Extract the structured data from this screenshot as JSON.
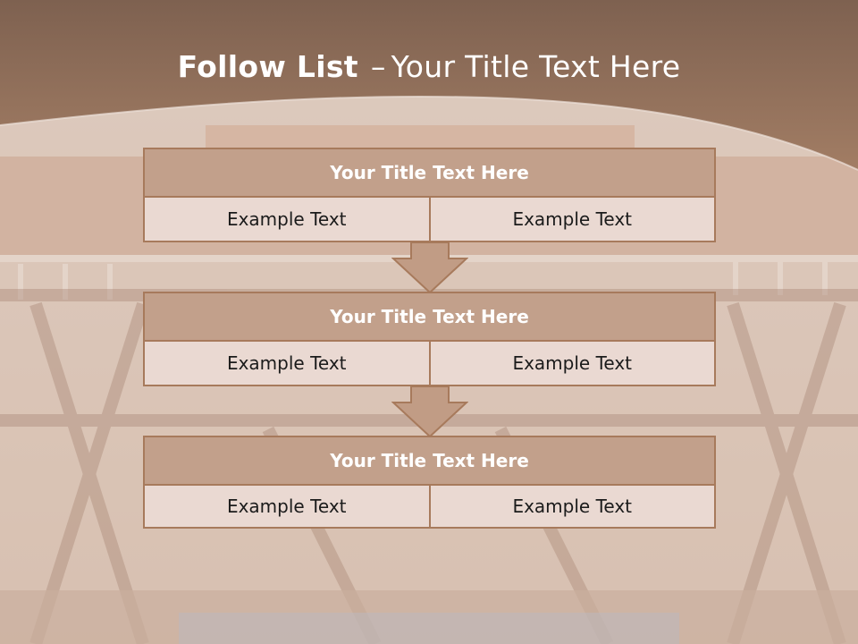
{
  "slide": {
    "title_bold": "Follow List",
    "title_dash": "–",
    "title_rest": "Your Title Text Here"
  },
  "steps": [
    {
      "title": "Your Title Text Here",
      "cells": [
        "Example Text",
        "Example Text"
      ]
    },
    {
      "title": "Your Title Text Here",
      "cells": [
        "Example Text",
        "Example Text"
      ]
    },
    {
      "title": "Your Title Text Here",
      "cells": [
        "Example Text",
        "Example Text"
      ]
    }
  ],
  "colors": {
    "header_brown": "#8c6a55",
    "block_title_bg": "#c2a08b",
    "block_cell_bg": "#ead9d2",
    "border": "#a77a5c",
    "arrow": "#c19c85"
  }
}
